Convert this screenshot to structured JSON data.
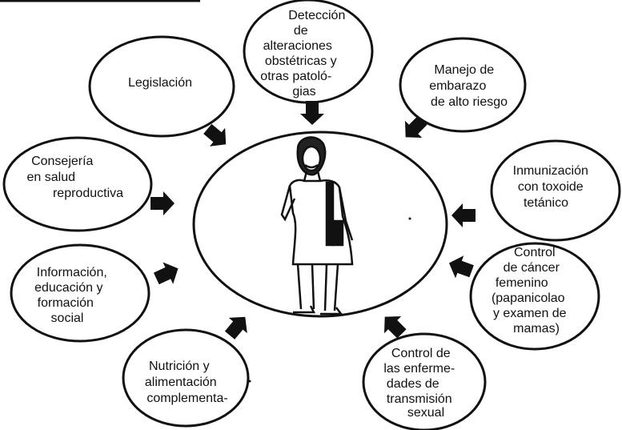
{
  "nodes": [
    {
      "id": "deteccion",
      "lines": [
        "Detección",
        "de",
        "alteraciones",
        "obstétricas y",
        "otras patoló-",
        "gias"
      ]
    },
    {
      "id": "manejo",
      "lines": [
        "Manejo de",
        "embarazo",
        "de alto riesgo"
      ]
    },
    {
      "id": "inmunizacion",
      "lines": [
        "Inmunización",
        "con toxoide",
        "tetánico"
      ]
    },
    {
      "id": "cancer",
      "lines": [
        "Control",
        "de cáncer",
        "femenino",
        "(papanicolao",
        "y examen de",
        "mamas)"
      ]
    },
    {
      "id": "ets",
      "lines": [
        "Control de",
        "las enferme-",
        "dades de",
        "transmisión",
        "sexual"
      ]
    },
    {
      "id": "nutricion",
      "lines": [
        "Nutrición y",
        "alimentación",
        "complementa-"
      ]
    },
    {
      "id": "informacion",
      "lines": [
        "Información,",
        "educación y",
        "formación",
        "social"
      ]
    },
    {
      "id": "consejeria",
      "lines": [
        "Consejería",
        "en salud",
        "reproductiva"
      ]
    },
    {
      "id": "legislacion",
      "lines": [
        "Legislación"
      ]
    }
  ]
}
